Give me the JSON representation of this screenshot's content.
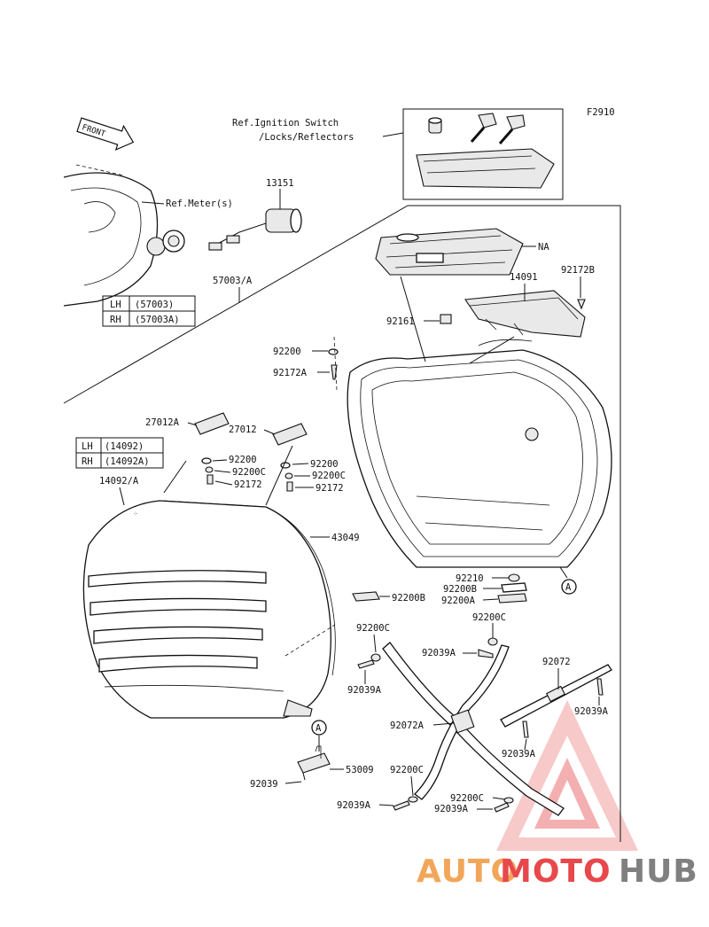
{
  "figure_code": "F2910",
  "front_label": "FRONT",
  "ref_notes": {
    "ignition_line1": "Ref.Ignition Switch",
    "ignition_line2": "/Locks/Reflectors",
    "meter": "Ref.Meter(s)"
  },
  "side_tables": [
    {
      "rows": [
        {
          "side": "LH",
          "part": "(57003)"
        },
        {
          "side": "RH",
          "part": "(57003A)"
        }
      ]
    },
    {
      "rows": [
        {
          "side": "LH",
          "part": "(14092)"
        },
        {
          "side": "RH",
          "part": "(14092A)"
        }
      ]
    }
  ],
  "part_labels": {
    "p13151": "13151",
    "p57003A": "57003/A",
    "pNA": "NA",
    "p92172B": "92172B",
    "p14091": "14091",
    "p92161": "92161",
    "p92200_top": "92200",
    "p92172A": "92172A",
    "p27012A": "27012A",
    "p27012": "27012",
    "p92200_l": "92200",
    "p92200C_l": "92200C",
    "p92172_l": "92172",
    "p92200_r": "92200",
    "p92200C_r": "92200C",
    "p92172_r": "92172",
    "p14092A": "14092/A",
    "p43049": "43049",
    "p92200B_lid": "92200B",
    "p92210": "92210",
    "p92200B": "92200B",
    "p92200A": "92200A",
    "p92200C_a": "92200C",
    "p92200C_b": "92200C",
    "p92039A_a": "92039A",
    "p92039A_b": "92039A",
    "p92072": "92072",
    "p92039A_c": "92039A",
    "p92072A": "92072A",
    "p92039A_d": "92039A",
    "p53009": "53009",
    "p92039": "92039",
    "p92200C_c": "92200C",
    "p92039A_e": "92039A",
    "p92200C_d": "92200C",
    "p92039A_f": "92039A"
  },
  "ref_marks": {
    "upper": "A",
    "lower": "A"
  },
  "watermark": {
    "part1": "AUTO",
    "part2": "MOTO",
    "part3": "HUB"
  },
  "colors": {
    "watermark_orange": "#f2a65a",
    "watermark_red": "#e8484b",
    "watermark_gray": "#808080"
  }
}
